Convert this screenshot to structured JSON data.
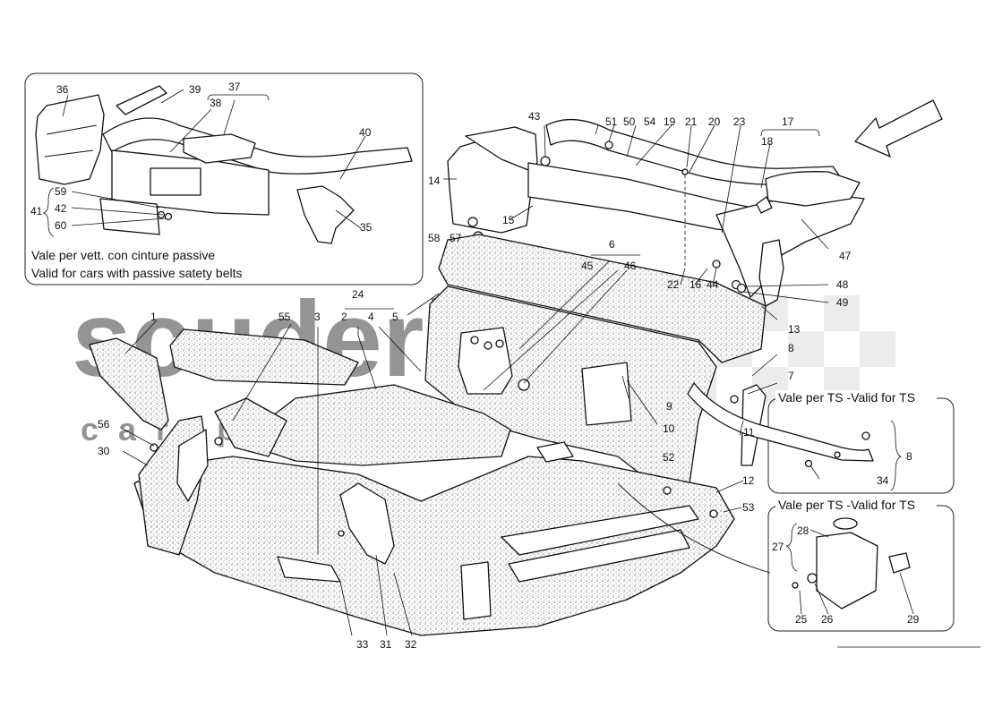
{
  "watermark": {
    "main": "scuderia",
    "sub": "car parts"
  },
  "insets": [
    {
      "id": "passive-belts",
      "captions": [
        "Vale per vett. con cinture passive",
        "Valid for cars with passive satety belts"
      ]
    },
    {
      "id": "ts-8",
      "captions": [
        "Vale per TS -Valid for TS"
      ]
    },
    {
      "id": "ts-27",
      "captions": [
        "Vale per TS -Valid for TS"
      ]
    }
  ],
  "callouts": [
    "1",
    "2",
    "3",
    "4",
    "5",
    "6",
    "7",
    "8",
    "8",
    "9",
    "10",
    "11",
    "12",
    "13",
    "14",
    "15",
    "16",
    "17",
    "18",
    "19",
    "20",
    "21",
    "22",
    "23",
    "24",
    "25",
    "26",
    "27",
    "28",
    "29",
    "30",
    "31",
    "32",
    "33",
    "34",
    "35",
    "36",
    "37",
    "38",
    "39",
    "40",
    "41",
    "42",
    "44",
    "43",
    "45",
    "46",
    "47",
    "48",
    "49",
    "50",
    "51",
    "52",
    "53",
    "54",
    "55",
    "56",
    "57",
    "58",
    "59",
    "60"
  ]
}
